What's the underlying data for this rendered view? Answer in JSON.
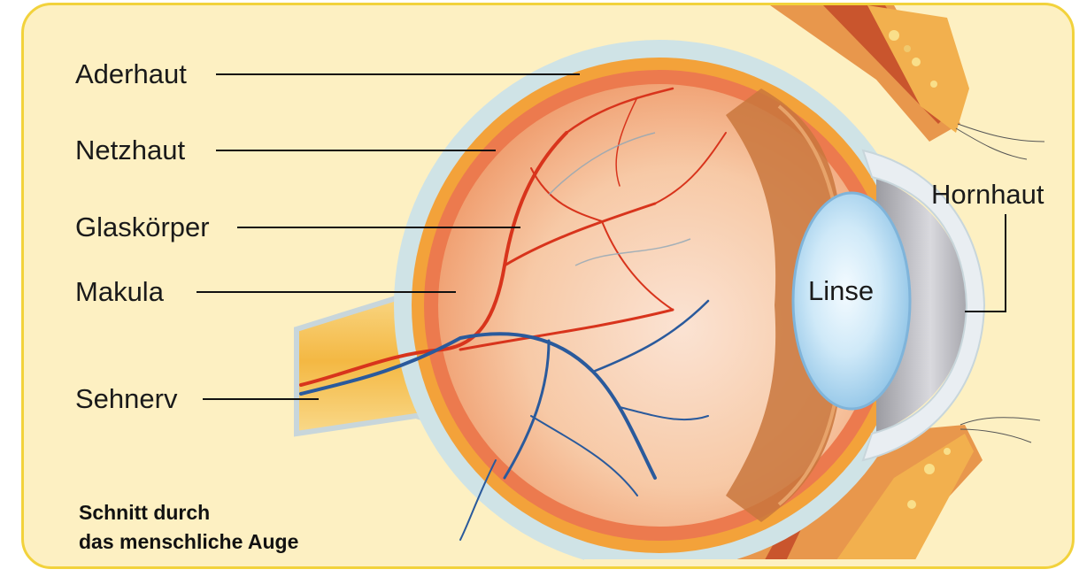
{
  "labels": {
    "aderhaut": "Aderhaut",
    "netzhaut": "Netzhaut",
    "glaskoerper": "Glaskörper",
    "makula": "Makula",
    "sehnerv": "Sehnerv",
    "hornhaut": "Hornhaut",
    "linse": "Linse"
  },
  "caption": {
    "line1": "Schnitt durch",
    "line2": "das menschliche Auge"
  },
  "colors": {
    "background": "#fdf0c2",
    "border": "#f2d23c",
    "sclera": "#cfe3e6",
    "choroid": "#f3a23a",
    "retina": "#ec7a4e",
    "vitreous": "#f6c7a6",
    "artery": "#d8341c",
    "vein": "#2a5a9c",
    "lens": "#aed6f0",
    "cornea": "#e9eef2",
    "iris": "#b9b9bd",
    "optic_nerve": "#f6c24a"
  }
}
